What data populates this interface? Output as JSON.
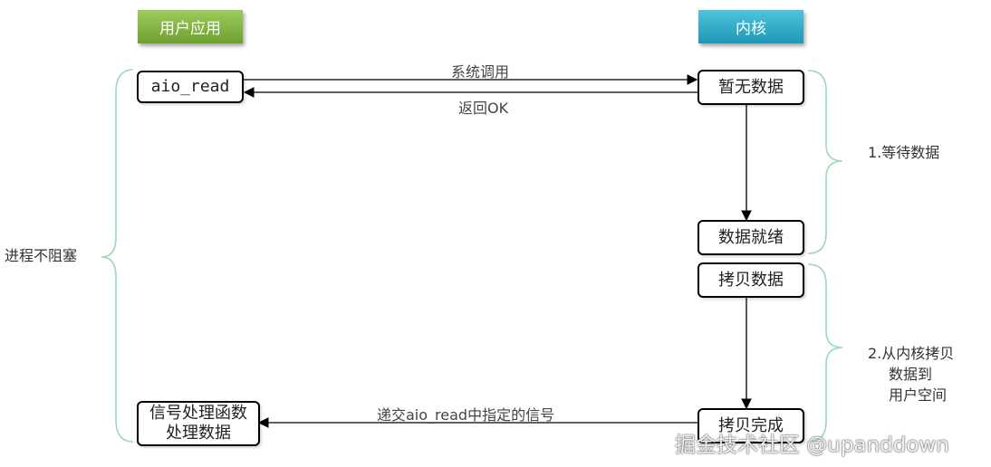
{
  "headers": {
    "user_app": "用户应用",
    "kernel": "内核"
  },
  "user_boxes": {
    "aio_read": "aio_read",
    "signal_handler_line1": "信号处理函数",
    "signal_handler_line2": "处理数据"
  },
  "kernel_boxes": {
    "no_data": "暂无数据",
    "data_ready": "数据就绪",
    "copy_data": "拷贝数据",
    "copy_done": "拷贝完成"
  },
  "arrow_labels": {
    "syscall": "系统调用",
    "return_ok": "返回OK",
    "deliver_signal": "递交aio_read中指定的信号"
  },
  "annotations": {
    "process_not_blocked": "进程不阻塞",
    "phase1": "1.等待数据",
    "phase2_line1": "2.从内核拷贝",
    "phase2_line2": "数据到",
    "phase2_line3": "用户空间"
  },
  "watermark": "掘金技术社区 @upanddown",
  "colors": {
    "user_header": "#7fb03f",
    "kernel_header": "#2aa6c2",
    "brace": "#9ed9b7"
  }
}
